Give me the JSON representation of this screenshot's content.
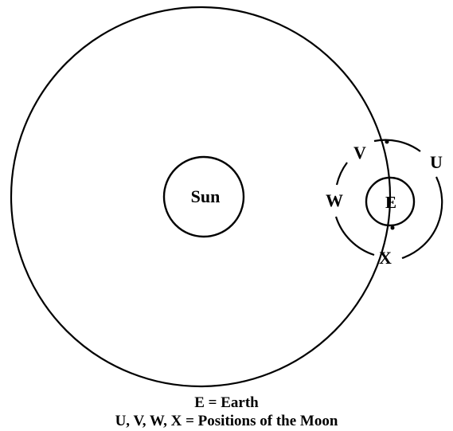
{
  "labels": {
    "sun": "Sun",
    "earth": "E",
    "moon_u": "U",
    "moon_v": "V",
    "moon_w": "W",
    "moon_x": "X"
  },
  "legend": {
    "earth_line": "E = Earth",
    "moon_line": "U, V, W, X = Positions of the Moon"
  },
  "colors": {
    "stroke": "#000000",
    "background": "#ffffff"
  }
}
